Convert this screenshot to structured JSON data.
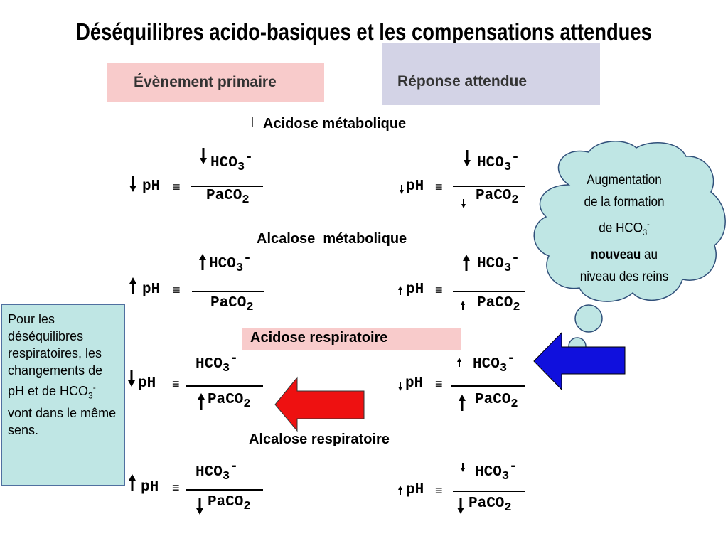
{
  "title": "Déséquilibres acido-basiques et les compensations attendues",
  "headers": {
    "left": "Évènement primaire",
    "right": "Réponse attendue"
  },
  "sections": {
    "acidose_metabolique": "Acidose métabolique",
    "alcalose_metabolique": "Alcalose  métabolique",
    "acidose_respiratoire": "Acidose respiratoire",
    "alcalose_respiratoire": "Alcalose respiratoire"
  },
  "equation": {
    "ph": "pH",
    "equals": "≡",
    "numerator": "HCO",
    "numerator_sub": "3",
    "numerator_sup": "-",
    "denominator": "PaCO",
    "denominator_sub": "2"
  },
  "cloud": {
    "line1": "Augmentation",
    "line2": "de la formation",
    "line3": "de HCO",
    "line3_sub": "3",
    "line3_sup": "-",
    "line4_bold": "nouveau",
    "line4_rest": " au",
    "line5": "niveau des reins"
  },
  "note": {
    "text1": "Pour les déséquilibres respiratoires, les changements de pH et de HCO",
    "sub": "3",
    "sup": "-",
    "text2": " vont dans le même sens."
  },
  "colors": {
    "pink": "#f8cbcb",
    "lavender": "#d3d3e6",
    "cyan": "#bfe6e4",
    "blue_arrow": "#1010dd",
    "red_arrow": "#ee1111"
  }
}
